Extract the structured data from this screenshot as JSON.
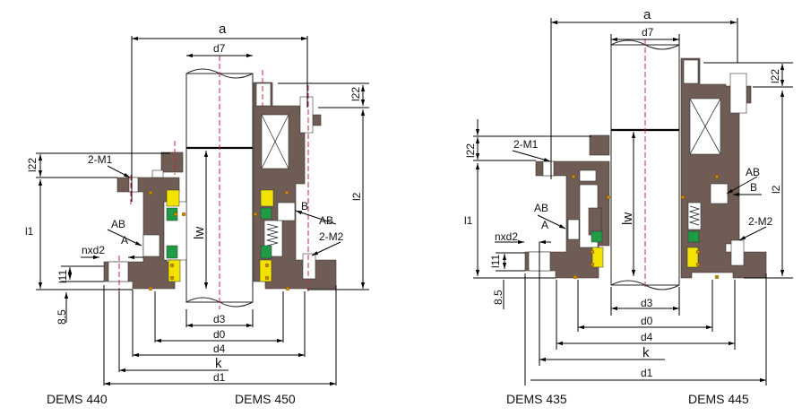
{
  "colors": {
    "housing": "#6e5c55",
    "face": "#f2e400",
    "seat": "#1f9a45",
    "oring": "#d88a00",
    "centerline": "#d0213a"
  },
  "left_drawing": {
    "labels": {
      "a": "a",
      "d7": "d7",
      "l22": "l22",
      "l1": "l1",
      "l11": "l11",
      "h85": "8.5",
      "m1": "2-M1",
      "ab_left": "AB",
      "a_left": "A",
      "nxd2": "nxd2",
      "lw": "lw",
      "b": "B",
      "ab_right": "AB",
      "m2": "2-M2",
      "l22_right": "l22",
      "l2": "l2",
      "d3": "d3",
      "d0": "d0",
      "d4": "d4",
      "k": "k",
      "d1": "d1"
    },
    "caption_left": "DEMS 440",
    "caption_right": "DEMS 450"
  },
  "right_drawing": {
    "labels": {
      "a": "a",
      "d7": "d7",
      "l22": "l22",
      "l1": "l1",
      "l11": "l11",
      "h85": "8.5",
      "m1": "2-M1",
      "ab_left": "AB",
      "a_left": "A",
      "nxd2": "nxd2",
      "lw": "lw",
      "b": "B",
      "ab_right": "AB",
      "m2": "2-M2",
      "l22_right": "l22",
      "l2": "l2",
      "d3": "d3",
      "d0": "d0",
      "d4": "d4",
      "k": "k",
      "d1": "d1"
    },
    "caption_left": "DEMS 435",
    "caption_right": "DEMS 445"
  }
}
